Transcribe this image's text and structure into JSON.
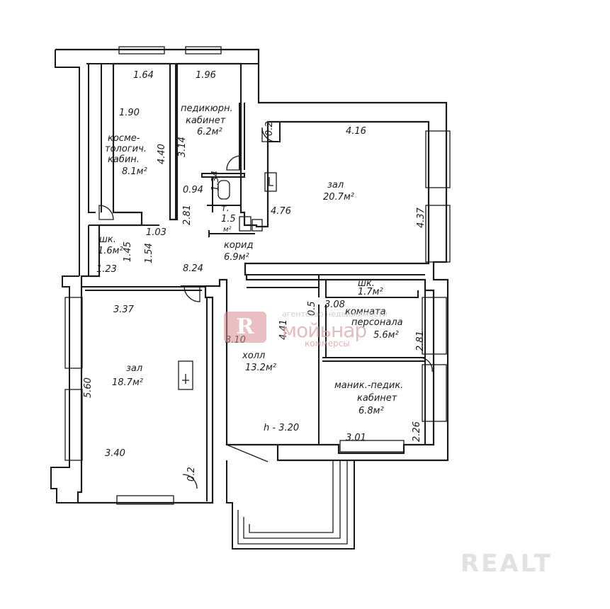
{
  "rooms": {
    "cosmetology": {
      "line1": "косме-",
      "line2": "тологич.",
      "line3": "кабин.",
      "area": "8.1м²"
    },
    "pedicure": {
      "line1": "педикюрн.",
      "line2": "кабинет",
      "area": "6.2м²"
    },
    "hall_large": {
      "name": "зал",
      "area": "20.7м²"
    },
    "toilet": {
      "name": "т.",
      "area": "1.5",
      "unit": "м²"
    },
    "closet1": {
      "name": "шк.",
      "area": "1.6м²"
    },
    "corridor": {
      "name": "корид",
      "area": "6.9м²"
    },
    "hall_small": {
      "name": "зал",
      "area": "18.7м²"
    },
    "foyer": {
      "name": "холл",
      "area": "13.2м²",
      "height": "h - 3.20"
    },
    "closet2": {
      "name": "шк.",
      "area": "1.7м²"
    },
    "staff": {
      "line1": "комната",
      "line2": "персонала",
      "area": "5.6м²"
    },
    "manicure": {
      "line1": "маник.-педик.",
      "line2": "кабинет",
      "area": "6.8м²"
    }
  },
  "dimensions": {
    "d164": "1.64",
    "d196": "1.96",
    "d190": "1.90",
    "d440": "4.40",
    "d314": "3.14",
    "d094": "0.94",
    "d134": "1.34",
    "d02a": "0.2",
    "d416": "4.16",
    "d476": "4.76",
    "d437": "4.37",
    "d281": "2.81",
    "d103": "1.03",
    "d154": "1.54",
    "d145": "1.45",
    "d123": "1.23",
    "d824": "8.24",
    "d337": "3.37",
    "d560": "5.60",
    "d340": "3.40",
    "d02b": "0.2",
    "d310": "3.10",
    "d441": "4.41",
    "d05": "0.5",
    "d308": "3.08",
    "d281b": "2.81",
    "d301": "3.01",
    "d226": "2.26"
  },
  "watermark": {
    "logo": "R",
    "agency": "агентство недвижимости",
    "brand": "мойьнар",
    "sub": "коммерсы",
    "site": "REALT"
  }
}
